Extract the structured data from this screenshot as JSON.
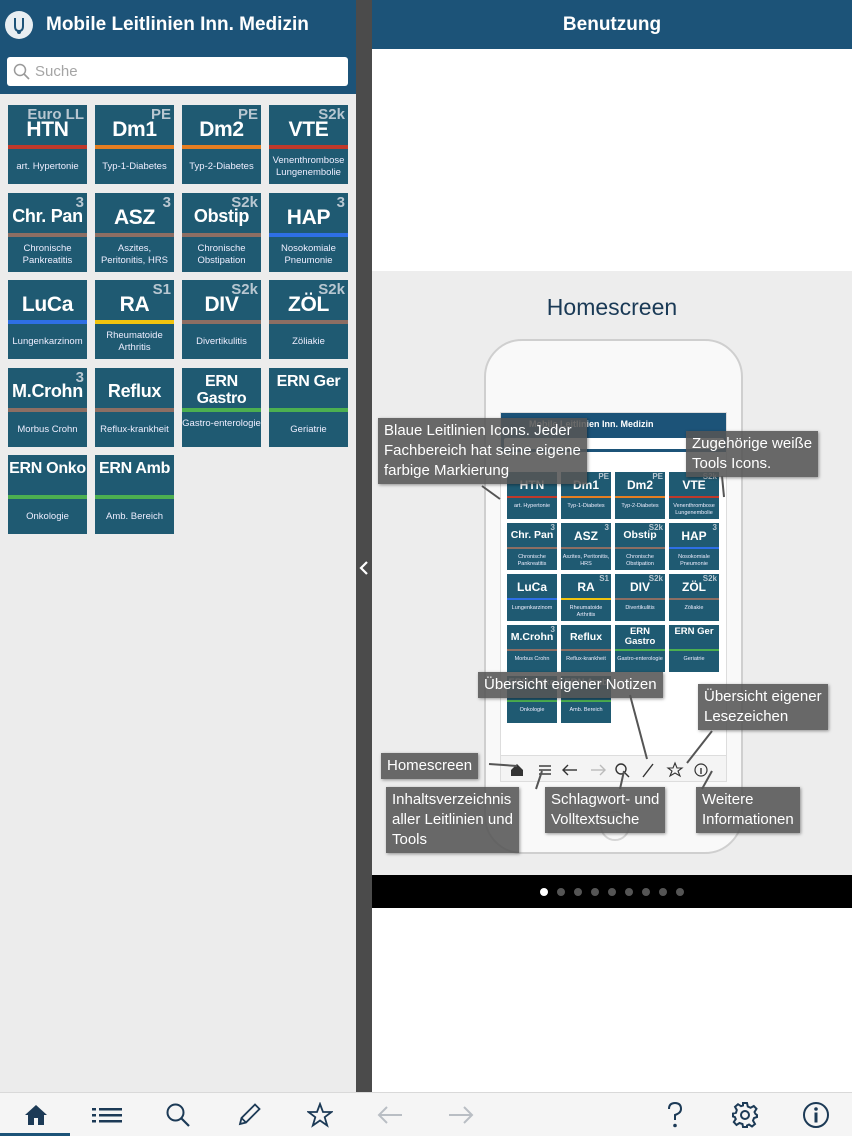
{
  "left_panel": {
    "title": "Mobile Leitlinien Inn. Medizin",
    "search_placeholder": "Suche",
    "tiles": [
      {
        "code": "HTN",
        "sup": "Euro LL",
        "desc": "art. Hypertonie",
        "color": "#c0392b"
      },
      {
        "code": "Dm1",
        "sup": "PE",
        "desc": "Typ-1-Diabetes",
        "color": "#e67e22"
      },
      {
        "code": "Dm2",
        "sup": "PE",
        "desc": "Typ-2-Diabetes",
        "color": "#e67e22"
      },
      {
        "code": "VTE",
        "sup": "S2k",
        "desc": "Venenthrombose Lungenembolie",
        "color": "#c0392b"
      },
      {
        "code": "Chr. Pan",
        "sup": "3",
        "desc": "Chronische Pankreatitis",
        "color": "#8d6e63"
      },
      {
        "code": "ASZ",
        "sup": "3",
        "desc": "Aszites, Peritonitis, HRS",
        "color": "#8d6e63"
      },
      {
        "code": "Obstip",
        "sup": "S2k",
        "desc": "Chronische Obstipation",
        "color": "#8d6e63"
      },
      {
        "code": "HAP",
        "sup": "3",
        "desc": "Nosokomiale Pneumonie",
        "color": "#2e6fe6"
      },
      {
        "code": "LuCa",
        "sup": "",
        "desc": "Lungenkarzinom",
        "color": "#2e6fe6"
      },
      {
        "code": "RA",
        "sup": "S1",
        "desc": "Rheumatoide Arthritis",
        "color": "#f1c40f"
      },
      {
        "code": "DIV",
        "sup": "S2k",
        "desc": "Divertikulitis",
        "color": "#8d6e63"
      },
      {
        "code": "ZÖL",
        "sup": "S2k",
        "desc": "Zöliakie",
        "color": "#8d6e63"
      },
      {
        "code": "M.Crohn",
        "sup": "3",
        "desc": "Morbus Crohn",
        "color": "#8d6e63"
      },
      {
        "code": "Reflux",
        "sup": "",
        "desc": "Reflux-krankheit",
        "color": "#8d6e63"
      },
      {
        "code": "ERN Gastro",
        "sup": "",
        "desc": "Gastro-enterologie",
        "color": "#4caf50"
      },
      {
        "code": "ERN Ger",
        "sup": "",
        "desc": "Geriatrie",
        "color": "#4caf50"
      },
      {
        "code": "ERN Onko",
        "sup": "",
        "desc": "Onkologie",
        "color": "#4caf50"
      },
      {
        "code": "ERN Amb",
        "sup": "",
        "desc": "Amb. Bereich",
        "color": "#4caf50"
      }
    ]
  },
  "right_panel": {
    "title": "Benutzung",
    "slide": {
      "title": "Homescreen",
      "phone_header": "Mobile Leitlinien Inn. Medizin",
      "callouts": {
        "blue_icons": "Blaue Leitlinien Icons. Jeder\nFachbereich hat seine eigene\nfarbige Markierung",
        "tools_icons": "Zugehörige weiße\nTools Icons.",
        "notes": "Übersicht eigener Notizen",
        "bookmarks": "Übersicht eigener\nLesezeichen",
        "homescreen": "Homescreen",
        "contents": "Inhaltsverzeichnis\naller Leitlinien und\nTools",
        "search": "Schlagwort- und\nVolltextsuche",
        "info": "Weitere\nInformationen"
      }
    },
    "page_count": 9,
    "active_page": 1
  },
  "toolbar": {
    "icons": [
      "home-icon",
      "list-icon",
      "search-icon",
      "pencil-icon",
      "star-icon",
      "arrow-left-icon",
      "arrow-right-icon",
      "help-icon",
      "gear-icon",
      "info-icon"
    ]
  },
  "colors": {
    "header": "#1c5378",
    "tile": "#1f5a72",
    "accent": "#1c5378"
  }
}
